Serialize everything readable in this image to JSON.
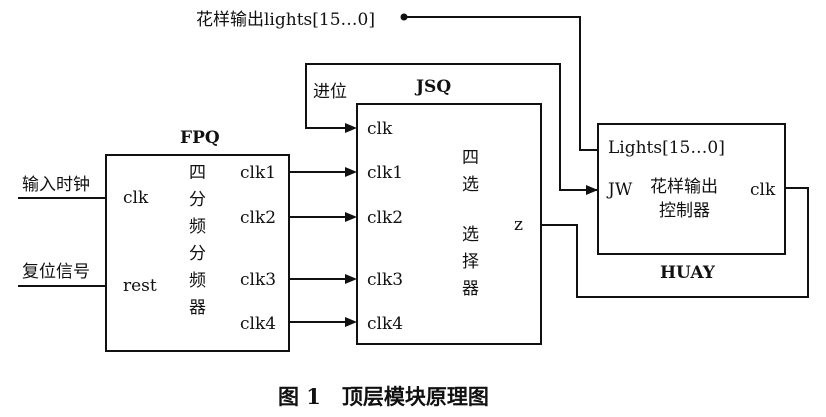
{
  "fpq": {
    "name": "FPQ",
    "ports_in": [
      "clk",
      "rest"
    ],
    "ports_out": [
      "clk1",
      "clk2",
      "clk3",
      "clk4"
    ],
    "desc": [
      "四",
      "分",
      "频",
      "分",
      "频",
      "器"
    ]
  },
  "jsq": {
    "name": "JSQ",
    "ports_in": [
      "clk",
      "clk1",
      "clk2",
      "clk3",
      "clk4"
    ],
    "port_out": "z",
    "desc": [
      "四",
      "选",
      "选",
      "择",
      "器"
    ]
  },
  "huay": {
    "name": "HUAY",
    "port_lights": "Lights[15…0]",
    "port_jw": "JW",
    "port_clk": "clk",
    "desc": [
      "花样输出",
      "控制器"
    ]
  },
  "signals": {
    "lights_out": "花样输出lights[15…0]",
    "carry": "进位",
    "clock_in": "输入时钟",
    "reset_in": "复位信号"
  },
  "caption": "图 1　顶层模块原理图"
}
